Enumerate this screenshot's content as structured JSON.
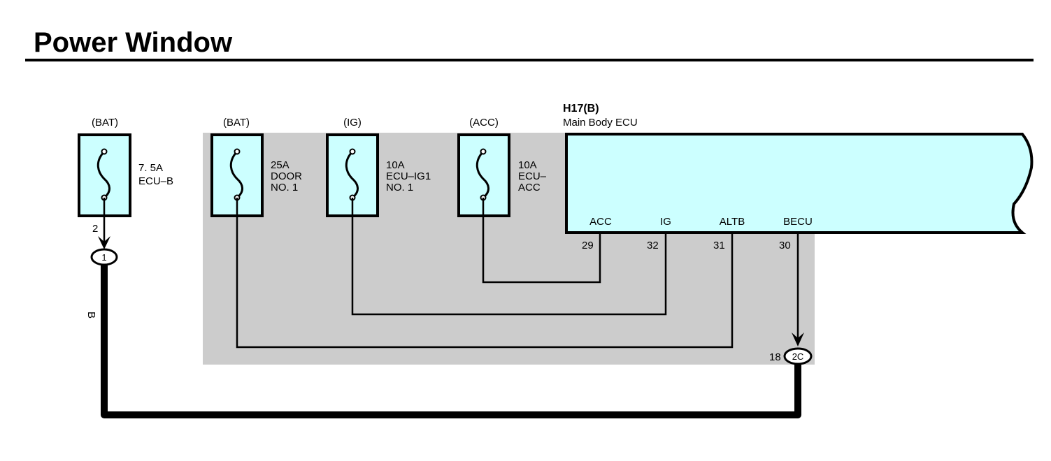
{
  "title": "Power Window",
  "colors": {
    "fuse_fill": "#ccffff",
    "ecu_fill": "#ccffff",
    "junction_block_fill": "#cccccc",
    "wire": "#000000"
  },
  "fuses": [
    {
      "id": "ecu-b",
      "source": "(BAT)",
      "label_lines": [
        "7. 5A",
        "ECU–B"
      ]
    },
    {
      "id": "door-no1",
      "source": "(BAT)",
      "label_lines": [
        "25A",
        "DOOR",
        "NO. 1"
      ]
    },
    {
      "id": "ecu-ig1",
      "source": "(IG)",
      "label_lines": [
        "10A",
        "ECU–IG1",
        "NO. 1"
      ]
    },
    {
      "id": "ecu-acc",
      "source": "(ACC)",
      "label_lines": [
        "10A",
        "ECU–",
        "ACC"
      ]
    }
  ],
  "ecu": {
    "code": "H17(B)",
    "name": "Main Body ECU",
    "terminals": [
      {
        "name": "ACC",
        "pin": "29"
      },
      {
        "name": "IG",
        "pin": "32"
      },
      {
        "name": "ALTB",
        "pin": "31"
      },
      {
        "name": "BECU",
        "pin": "30"
      }
    ]
  },
  "connectors": {
    "left": {
      "pin": "2",
      "label": "1"
    },
    "right": {
      "pin": "18",
      "label": "2C"
    }
  },
  "wire_color_label": "B"
}
